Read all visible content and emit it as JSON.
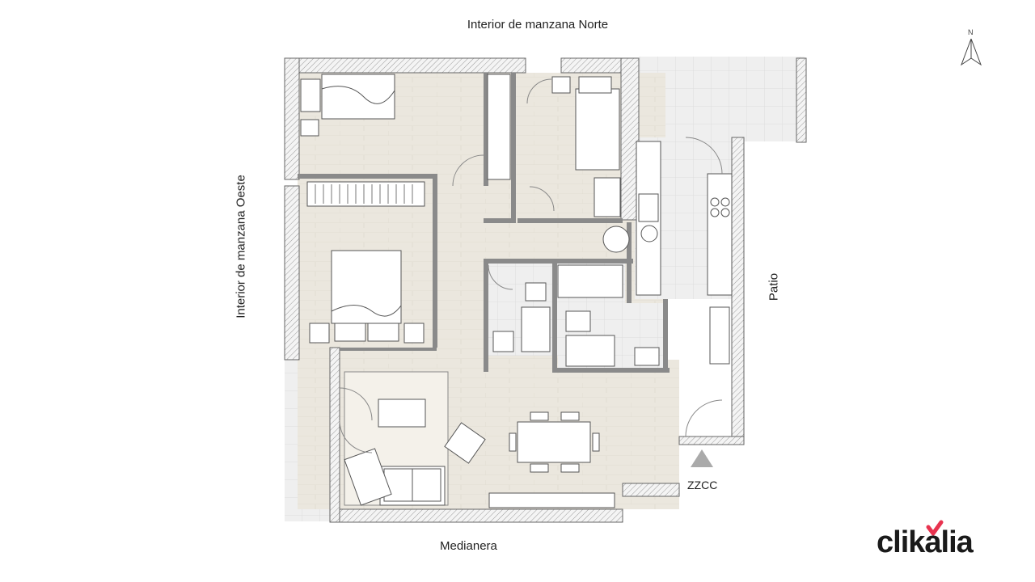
{
  "labels": {
    "north": "Interior de manzana Norte",
    "south": "Medianera",
    "west": "Interior de manzana Oeste",
    "east": "Patio",
    "entry": "ZZCC"
  },
  "compass": {
    "letter": "N"
  },
  "brand": {
    "name": "clikalia",
    "accent_color": "#e8334f",
    "text_color": "#1a1a1a"
  },
  "colors": {
    "wall": "#777777",
    "floor_wood": "#ece8df",
    "floor_tile": "#eeeeee",
    "terrace": "#eeeeee"
  }
}
